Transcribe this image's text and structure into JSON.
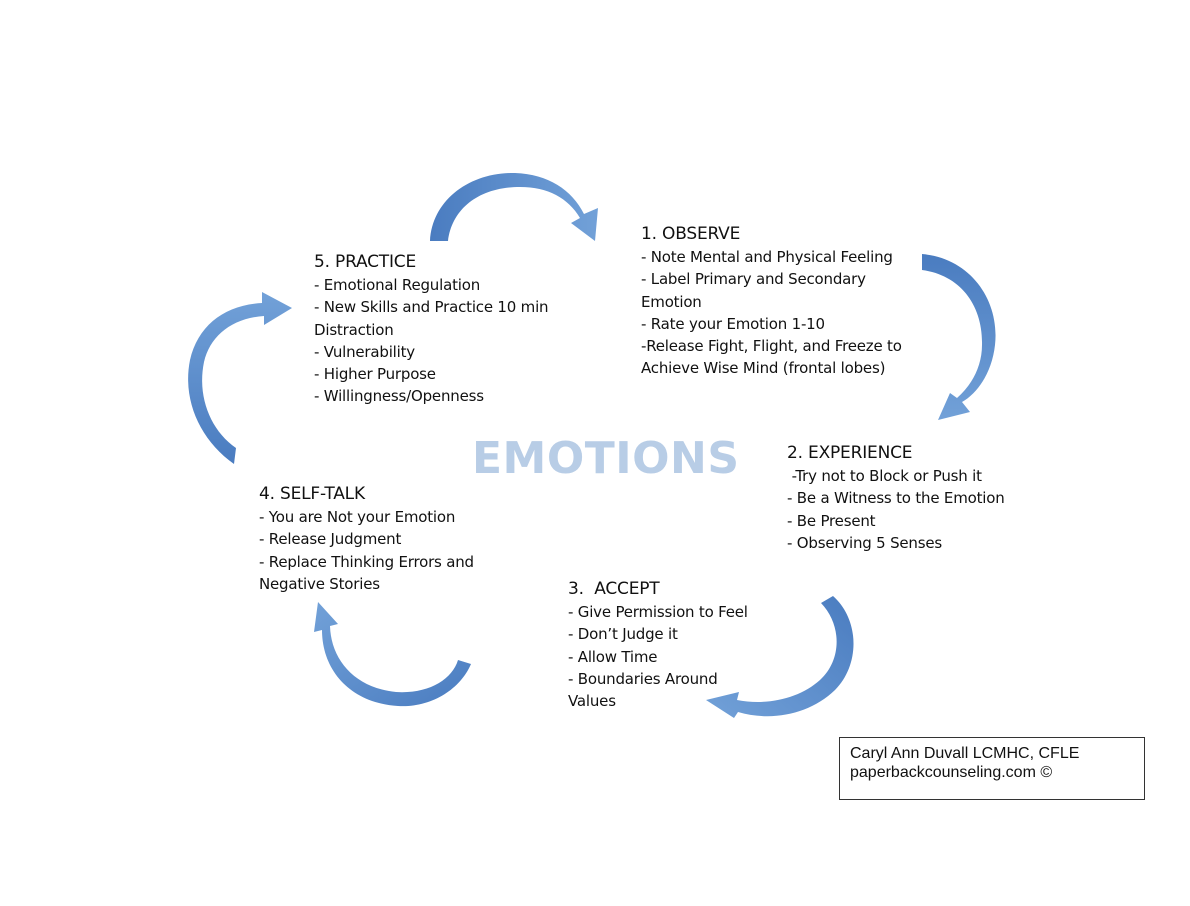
{
  "center_label": "EMOTIONS",
  "colors": {
    "arrow_dark": "#4a7cc0",
    "arrow_light": "#6f9fd6",
    "center_text": "#b8cde6"
  },
  "steps": [
    {
      "title": "1. OBSERVE",
      "items": [
        "- Note Mental and Physical Feeling",
        "- Label Primary and Secondary",
        "Emotion",
        "- Rate your Emotion 1-10",
        "-Release Fight, Flight, and Freeze to",
        "Achieve Wise Mind (frontal lobes)"
      ]
    },
    {
      "title": "2. EXPERIENCE",
      "items": [
        " -Try not to Block or Push it",
        "- Be a Witness to the Emotion",
        "- Be Present",
        "- Observing 5 Senses"
      ]
    },
    {
      "title": "3.  ACCEPT",
      "items": [
        "- Give Permission to Feel",
        "- Don’t Judge it",
        "- Allow Time",
        "- Boundaries Around",
        "Values"
      ]
    },
    {
      "title": "4. SELF-TALK",
      "items": [
        "- You are Not your Emotion",
        "- Release Judgment",
        "- Replace Thinking Errors and",
        "Negative Stories"
      ]
    },
    {
      "title": "5. PRACTICE",
      "items": [
        "- Emotional Regulation",
        "- New Skills and Practice 10 min",
        "Distraction",
        "- Vulnerability",
        "- Higher Purpose",
        "- Willingness/Openness"
      ]
    }
  ],
  "credit": {
    "line1": "Caryl Ann Duvall LCMHC, CFLE",
    "line2": "paperbackcounseling.com ©"
  }
}
